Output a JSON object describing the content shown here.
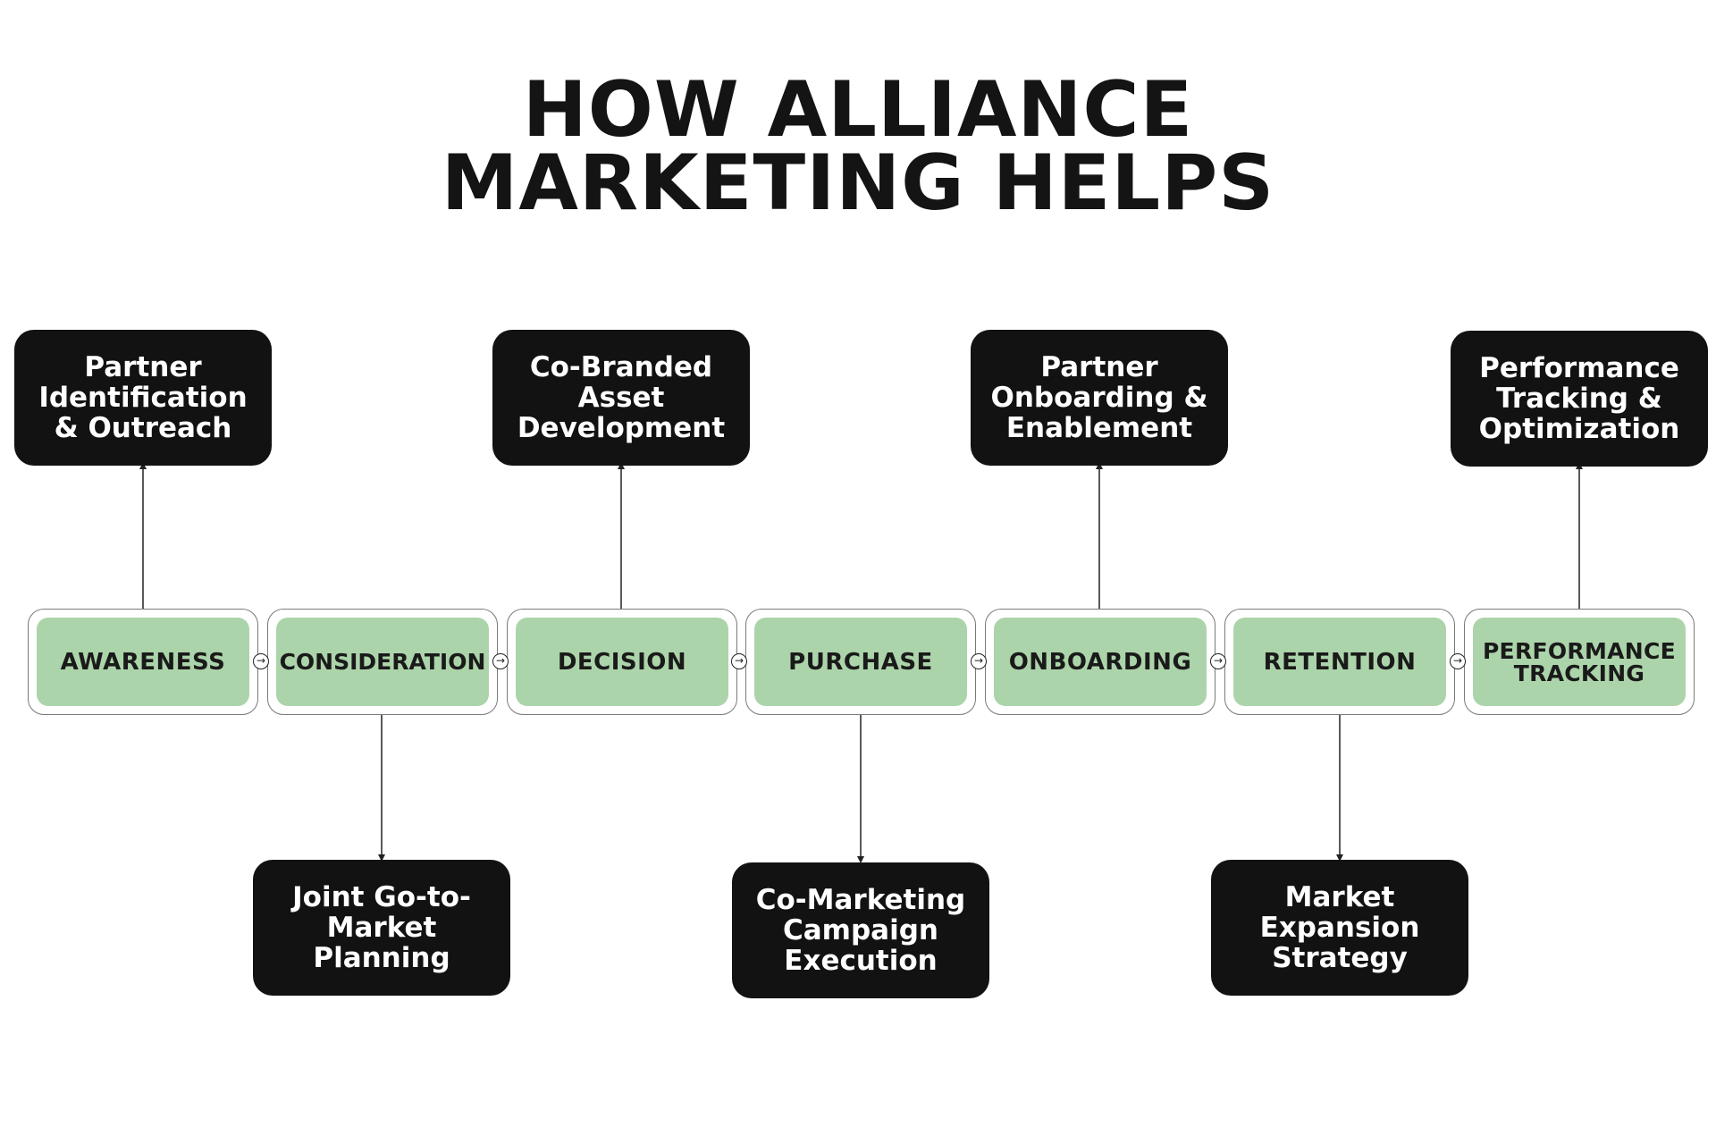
{
  "title": {
    "line1": "HOW ALLIANCE",
    "line2": "MARKETING HELPS"
  },
  "stages": [
    {
      "label": "AWARENESS"
    },
    {
      "label": "CONSIDERATION"
    },
    {
      "label": "DECISION"
    },
    {
      "label": "PURCHASE"
    },
    {
      "label": "ONBOARDING"
    },
    {
      "label": "RETENTION"
    },
    {
      "label": "PERFORMANCE TRACKING"
    }
  ],
  "activities": [
    {
      "label": "Partner Identification & Outreach",
      "stage": "AWARENESS",
      "position": "top"
    },
    {
      "label": "Joint Go-to-Market Planning",
      "stage": "CONSIDERATION",
      "position": "bottom"
    },
    {
      "label": "Co-Branded Asset Development",
      "stage": "DECISION",
      "position": "top"
    },
    {
      "label": "Co-Marketing Campaign Execution",
      "stage": "PURCHASE",
      "position": "bottom"
    },
    {
      "label": "Partner Onboarding & Enablement",
      "stage": "ONBOARDING",
      "position": "top"
    },
    {
      "label": "Market Expansion Strategy",
      "stage": "RETENTION",
      "position": "bottom"
    },
    {
      "label": "Performance Tracking & Optimization",
      "stage": "PERFORMANCE TRACKING",
      "position": "top"
    }
  ],
  "flow_arrow_icon": "arrow-right-circle-icon",
  "colors": {
    "stage_fill": "#acd4aa",
    "activity_fill": "#121212",
    "activity_text": "#ffffff",
    "title_text": "#141414"
  }
}
